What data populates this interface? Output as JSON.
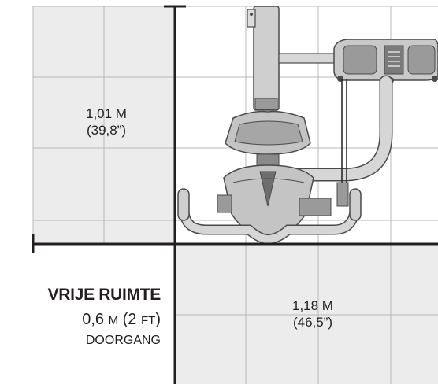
{
  "labels": {
    "top_zone_value": "1,01 M",
    "top_zone_value_imperial": "(39,8”)",
    "bottom_zone_value": "1,18 M",
    "bottom_zone_value_imperial": "(46,5”)",
    "clearance_title": "VRIJE RUIMTE",
    "clearance_value_num": "0,6",
    "clearance_value_unit": "M",
    "clearance_value_imperial_open": "(2",
    "clearance_value_imperial_unit": "FT",
    "clearance_value_imperial_close": ")",
    "clearance_subtitle": "DOORGANG"
  },
  "colors": {
    "grid_fill": "#ececec",
    "grid_lines": "#b8b8b8",
    "axis_lines": "#231f20",
    "machine_light": "#cfcfcf",
    "machine_mid": "#9a9a9a",
    "machine_dark": "#4a4a4a"
  },
  "icons": {
    "equipment": "fitness-machine-topview-illustration"
  }
}
